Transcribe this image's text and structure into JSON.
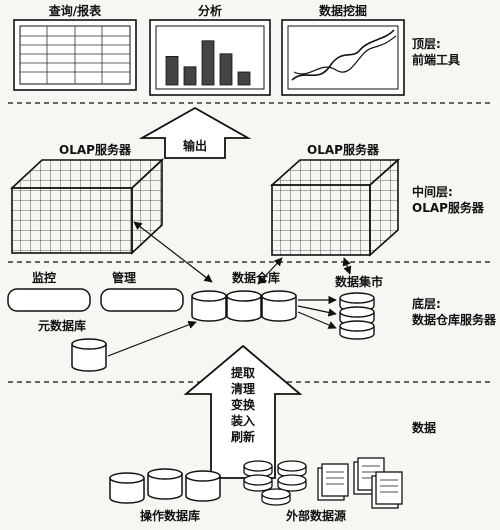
{
  "top_tier": {
    "tools": [
      "查询/报表",
      "分析",
      "数据挖掘"
    ],
    "label_line1": "顶层:",
    "label_line2": "前端工具"
  },
  "output_label": "输出",
  "middle_tier": {
    "olap_left": "OLAP服务器",
    "olap_right": "OLAP服务器",
    "label_line1": "中间层:",
    "label_line2": "OLAP服务器"
  },
  "bottom_tier": {
    "monitor": "监控",
    "manage": "管理",
    "metadata": "元数据库",
    "warehouse": "数据仓库",
    "datamart": "数据集市",
    "label_line1": "底层:",
    "label_line2": "数据仓库服务器"
  },
  "etl": {
    "steps": [
      "提取",
      "清理",
      "变换",
      "装入",
      "刷新"
    ]
  },
  "sources": {
    "data_label": "数据",
    "operational_db": "操作数据库",
    "external_sources": "外部数据源"
  },
  "chart_bars": [
    0.55,
    0.35,
    0.85,
    0.6,
    0.25
  ]
}
